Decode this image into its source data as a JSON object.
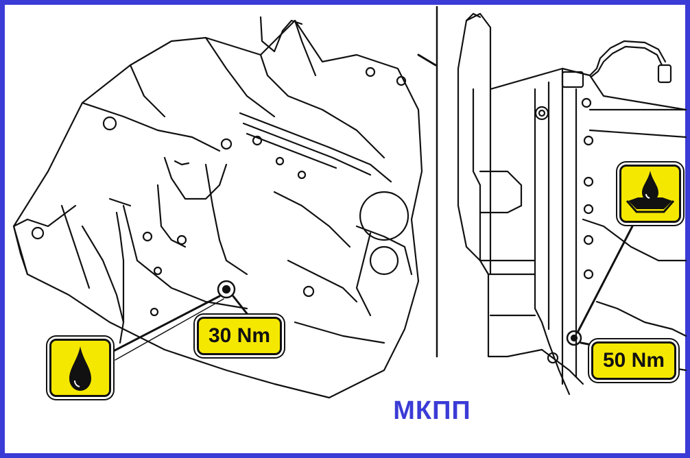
{
  "diagram": {
    "torque_left": "30 Nm",
    "torque_right": "50 Nm",
    "caption": "МКПП"
  },
  "icons": [
    "oil-drop-icon",
    "oil-pan-icon"
  ],
  "colors": {
    "frame": "#3b3bd6",
    "badge": "#f5e800",
    "caption": "#3b3bd6",
    "line": "#111111"
  }
}
